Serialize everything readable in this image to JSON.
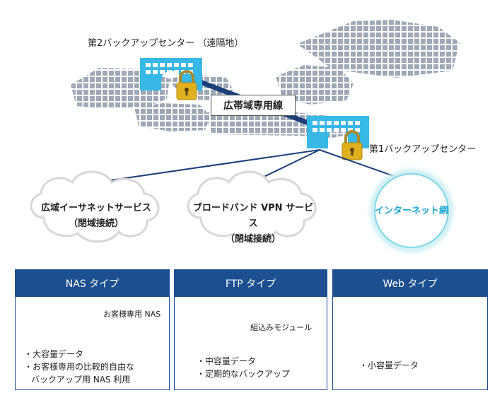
{
  "top": {
    "datacenter2_label": "第2バックアップセンター （遠隔地）",
    "datacenter1_label": "第1バックアップセンター",
    "line_label": "広帯域専用線"
  },
  "clouds": [
    {
      "line1": "広域イーサネットサービス",
      "line2": "（閉域接続）"
    },
    {
      "line1": "ブロードバンド VPN サービス",
      "line2": "（閉域接続）"
    },
    {
      "line1": "インターネット網"
    }
  ],
  "boxes": [
    {
      "title": "NAS タイプ",
      "device_label": "お客様専用 NAS",
      "bullets": [
        "・大容量データ",
        "・お客様専用の比較的自由な",
        "バックアップ用 NAS 利用"
      ]
    },
    {
      "title": "FTP タイプ",
      "device_label": "組込みモジュール",
      "bullets": [
        "・中容量データ",
        "・定期的なバックアップ"
      ]
    },
    {
      "title": "Web タイプ",
      "bullets": [
        "・小容量データ"
      ]
    }
  ],
  "colors": {
    "navy": "#1b4f8f",
    "grid_tile": "#9aa4b3",
    "internet_ring": "#7fd6e6",
    "lock_gold": "#e0b020"
  }
}
